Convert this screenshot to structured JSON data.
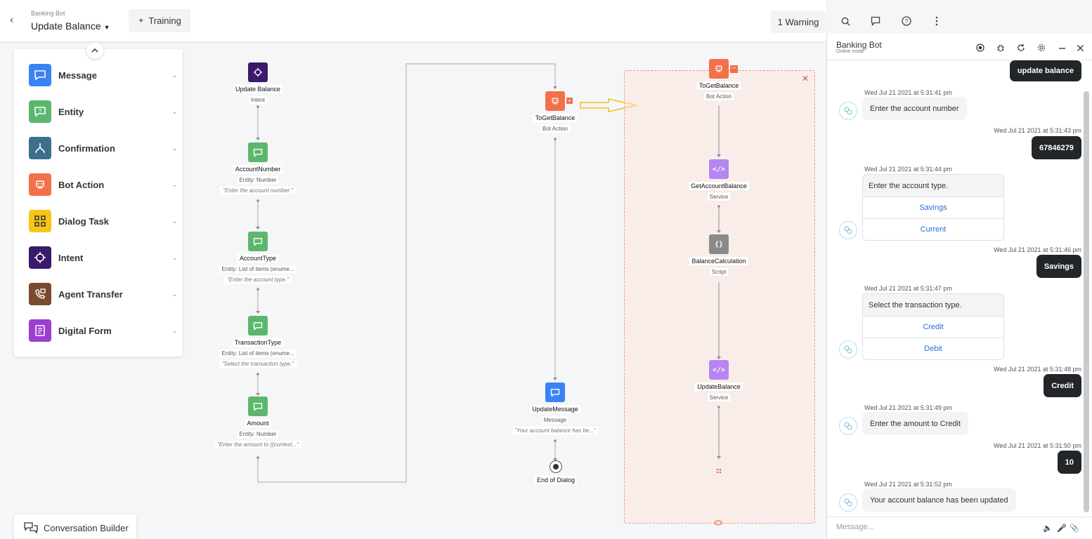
{
  "header": {
    "bot_name": "Banking Bot",
    "dialog_name": "Update Balance",
    "training_label": "Training",
    "warning_label": "1 Warning"
  },
  "palette": {
    "items": [
      {
        "label": "Message",
        "color": "#3b82f6",
        "icon": "message-icon"
      },
      {
        "label": "Entity",
        "color": "#5cb76e",
        "icon": "entity-icon"
      },
      {
        "label": "Confirmation",
        "color": "#3d6f8c",
        "icon": "confirmation-icon"
      },
      {
        "label": "Bot Action",
        "color": "#f4704a",
        "icon": "bot-action-icon"
      },
      {
        "label": "Dialog Task",
        "color": "#f5c518",
        "icon": "dialog-task-icon"
      },
      {
        "label": "Intent",
        "color": "#3a1a6b",
        "icon": "intent-icon"
      },
      {
        "label": "Agent Transfer",
        "color": "#7a4a2e",
        "icon": "agent-transfer-icon"
      },
      {
        "label": "Digital Form",
        "color": "#9b3fcf",
        "icon": "digital-form-icon"
      }
    ]
  },
  "footer": {
    "conversation_builder": "Conversation Builder"
  },
  "flow": {
    "update_balance": {
      "title": "Update Balance",
      "sub": "Intent"
    },
    "account_number": {
      "title": "AccountNumber",
      "sub": "Entity: Number",
      "prompt": "\"Enter the account number.\""
    },
    "account_type": {
      "title": "AccountType",
      "sub": "Entity: List of items (enume...",
      "prompt": "\"Enter the account type.\""
    },
    "transaction_type": {
      "title": "TransactionType",
      "sub": "Entity: List of items (enume...",
      "prompt": "\"Select the transaction type.\""
    },
    "amount": {
      "title": "Amount",
      "sub": "Entity: Number",
      "prompt": "\"Enter the amount to {{context...\""
    },
    "to_get_balance": {
      "title": "ToGetBalance",
      "sub": "Bot Action"
    },
    "update_message": {
      "title": "UpdateMessage",
      "sub": "Message",
      "prompt": "\"Your account balance has be...\""
    },
    "end_of_dialog": {
      "title": "End of Dialog"
    },
    "group": {
      "to_get_balance": {
        "title": "ToGetBalance",
        "sub": "Bot Action"
      },
      "get_account_balance": {
        "title": "GetAccountBalance",
        "sub": "Service"
      },
      "balance_calculation": {
        "title": "BalanceCalculation",
        "sub": "Script"
      },
      "update_balance": {
        "title": "UpdateBalance",
        "sub": "Service"
      }
    }
  },
  "colors": {
    "intent": "#3a1a6b",
    "entity": "#5cb76e",
    "bot_action": "#f4704a",
    "service": "#b586f2",
    "script": "#8a8a8a",
    "message": "#3b82f6",
    "arrow": "#f2c21b"
  },
  "chat": {
    "title": "Banking Bot",
    "mode": "Online mode",
    "input_placeholder": "Message...",
    "messages": {
      "u1": "update balance",
      "ts1": "Wed Jul 21 2021 at 5:31:41 pm",
      "b1": "Enter the account number",
      "ts2": "Wed Jul 21 2021 at 5:31:43 pm",
      "u2": "67846279",
      "ts3": "Wed Jul 21 2021 at 5:31:44 pm",
      "card1": {
        "text": "Enter the account type.",
        "opt1": "Savings",
        "opt2": "Current"
      },
      "ts4": "Wed Jul 21 2021 at 5:31:46 pm",
      "u3": "Savings",
      "ts5": "Wed Jul 21 2021 at 5:31:47 pm",
      "card2": {
        "text": "Select the transaction type.",
        "opt1": "Credit",
        "opt2": "Debit"
      },
      "ts6": "Wed Jul 21 2021 at 5:31:48 pm",
      "u4": "Credit",
      "ts7": "Wed Jul 21 2021 at 5:31:49 pm",
      "b2": "Enter the amount to Credit",
      "ts8": "Wed Jul 21 2021 at 5:31:50 pm",
      "u5": "10",
      "ts9": "Wed Jul 21 2021 at 5:31:52 pm",
      "b3": "Your account balance has been updated"
    }
  }
}
